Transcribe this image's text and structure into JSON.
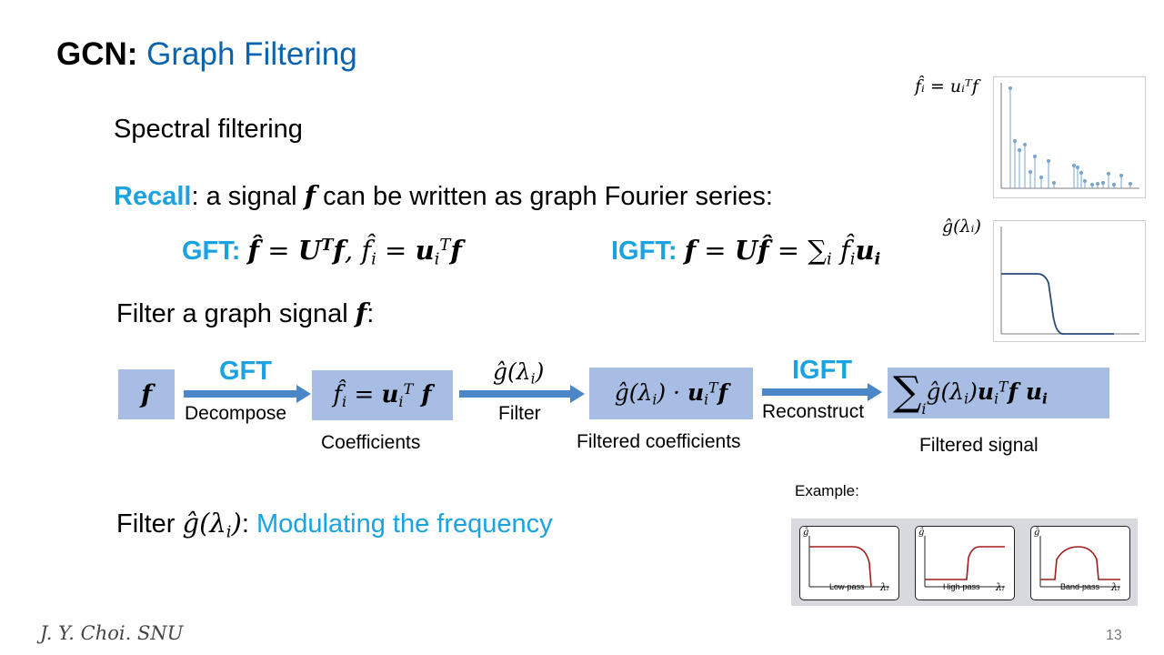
{
  "title": {
    "prefix": "GCN:",
    "main": "Graph Filtering"
  },
  "spectral_heading": "Spectral filtering",
  "recall": {
    "keyword": "Recall",
    "text_a": ": a signal ",
    "var": "f",
    "text_b": " can be written as graph Fourier series:"
  },
  "gft": {
    "label": "GFT:"
  },
  "igft": {
    "label": "IGFT:"
  },
  "filter_signal": {
    "text": "Filter a graph signal ",
    "var": "f",
    "colon": ":"
  },
  "pipeline": {
    "input": "f",
    "gft_label": "GFT",
    "decompose": "Decompose",
    "coefficients": "Coefficients",
    "filter": "Filter",
    "filtered_coefficients": "Filtered coefficients",
    "igft_label": "IGFT",
    "reconstruct": "Reconstruct",
    "filtered_signal": "Filtered signal"
  },
  "filter_line": {
    "prefix": "Filter ",
    "colon": ": ",
    "highlight": "Modulating the frequency"
  },
  "plots": {
    "top_label": "f̂ᵢ = uᵢᵀf",
    "bottom_label": "ĝ(λᵢ)"
  },
  "example": {
    "label": "Example:",
    "panels": [
      {
        "name": "Low-pass"
      },
      {
        "name": "High-pass"
      },
      {
        "name": "Band-pass"
      }
    ],
    "axis_y": "ĝ",
    "axis_x": "λᵢ"
  },
  "footer": {
    "author": "J. Y. Choi. SNU",
    "page": "13"
  },
  "colors": {
    "title_blue": "#0a64ad",
    "accent_cyan": "#1aa3e0",
    "box_fill": "#a8bde3",
    "arrow": "#4a86c8"
  }
}
